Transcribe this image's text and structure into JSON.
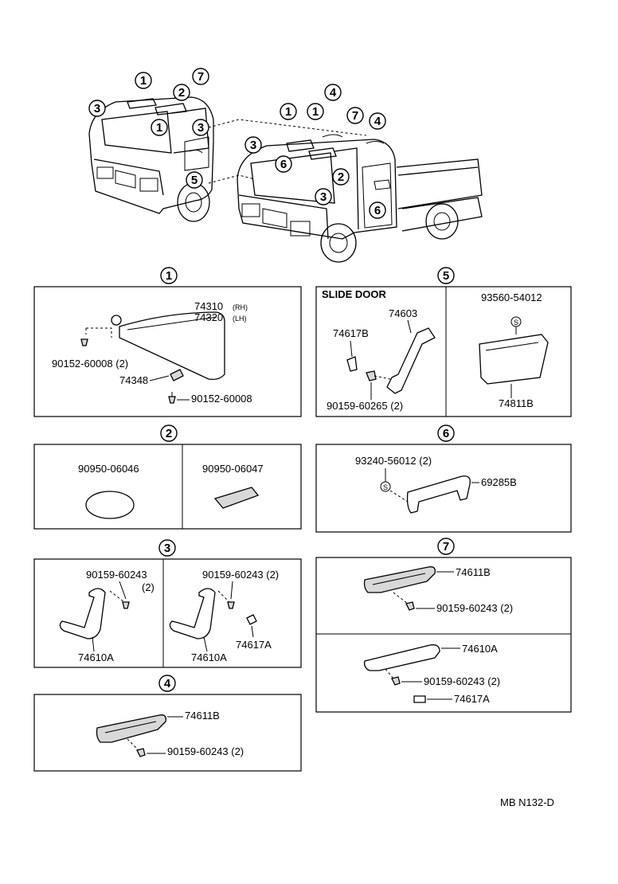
{
  "callouts": [
    "1",
    "2",
    "3",
    "4",
    "5",
    "6",
    "7"
  ],
  "section1": {
    "visor_rh": "74310",
    "visor_lh": "74320",
    "rh_tag": "(RH)",
    "lh_tag": "(LH)",
    "screw_a": "90152-60008 (2)",
    "holder": "74348",
    "screw_b": "90152-60008"
  },
  "section2": {
    "part_a": "90950-06046",
    "part_b": "90950-06047"
  },
  "section3": {
    "left_screw": "90159-60243",
    "left_qty": "(2)",
    "left_grip": "74610A",
    "right_screw": "90159-60243 (2)",
    "right_grip": "74610A",
    "right_cap": "74617A"
  },
  "section4": {
    "grip": "74611B",
    "screw": "90159-60243 (2)"
  },
  "section5": {
    "title": "SLIDE DOOR",
    "grip": "74603",
    "cap": "74617B",
    "screw": "90159-60265 (2)",
    "clip": "93560-54012",
    "pocket": "74811B"
  },
  "section6": {
    "clip": "93240-56012 (2)",
    "handle": "69285B"
  },
  "section7": {
    "grip_b": "74611B",
    "screw_b": "90159-60243 (2)",
    "grip_a": "74610A",
    "screw_a": "90159-60243 (2)",
    "cap": "74617A"
  },
  "footer": {
    "code": "MB N132-D"
  }
}
